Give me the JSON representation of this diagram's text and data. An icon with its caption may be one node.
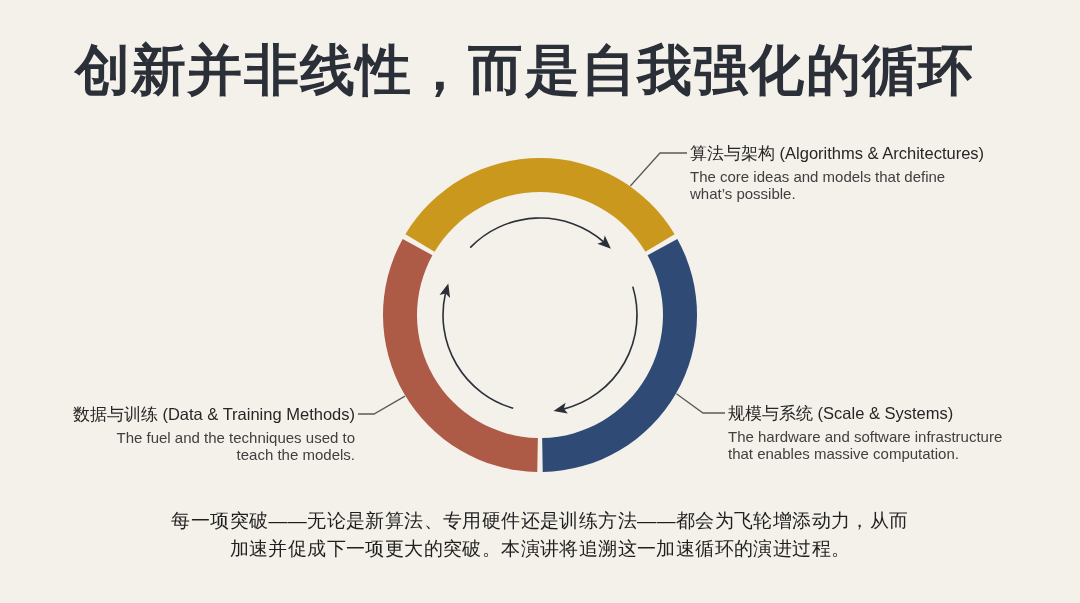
{
  "diagram": {
    "title": "创新并非线性，而是自我强化的循环",
    "caption": "每一项突破——无论是新算法、专用硬件还是训练方法——都会为飞轮增添动力，从而加速并促成下一项更大的突破。本演讲将追溯这一加速循环的演进过程。",
    "nodes": [
      {
        "text": [
          "算法与架构 (Algorithms & Architectures)",
          "The core ideas and models that define what’s possible."
        ]
      },
      {
        "text": [],
        "shape": "arc"
      },
      {
        "text": [],
        "shape": "arc"
      },
      {
        "text": [],
        "shape": "arc"
      },
      {
        "text": [
          "数据与训练 (Data & Training Methods)",
          "The fuel and the techniques used to teach the models."
        ]
      },
      {
        "text": [
          "规模与系统 (Scale & Systems)",
          "The hardware and software infrastructure that enables massive computation."
        ]
      }
    ],
    "edges": [
      {
        "from": 0,
        "to": 1,
        "arrow": "none"
      },
      {
        "from": 4,
        "to": 3,
        "arrow": "none"
      },
      {
        "from": 5,
        "to": 2,
        "arrow": "none"
      }
    ]
  }
}
